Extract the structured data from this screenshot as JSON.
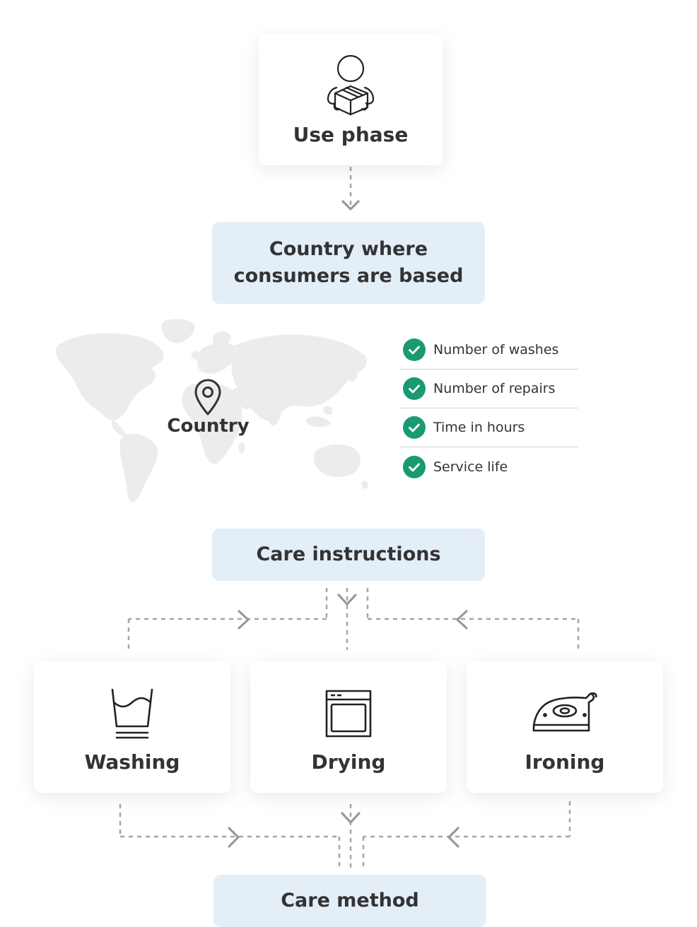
{
  "use_phase": {
    "label": "Use phase",
    "icon": "person-with-box-icon"
  },
  "country_box": {
    "label": "Country where consumers are based"
  },
  "map": {
    "icon": "world-map",
    "pin_icon": "location-pin-icon",
    "country_label": "Country"
  },
  "checklist": {
    "items": [
      {
        "label": "Number of washes",
        "icon": "check-circle-icon"
      },
      {
        "label": "Number of repairs",
        "icon": "check-circle-icon"
      },
      {
        "label": "Time in hours",
        "icon": "check-circle-icon"
      },
      {
        "label": "Service life",
        "icon": "check-circle-icon"
      }
    ]
  },
  "care_instructions": {
    "label": "Care instructions"
  },
  "options": [
    {
      "label": "Washing",
      "icon": "washing-tub-icon"
    },
    {
      "label": "Drying",
      "icon": "tumble-dryer-icon"
    },
    {
      "label": "Ironing",
      "icon": "iron-icon"
    }
  ],
  "care_method": {
    "label": "Care method"
  },
  "colors": {
    "box_fill": "#e4eef7",
    "check_green": "#1a9a73",
    "connector": "#a6a6a6",
    "map_fill": "#ececec",
    "text": "#333333"
  }
}
